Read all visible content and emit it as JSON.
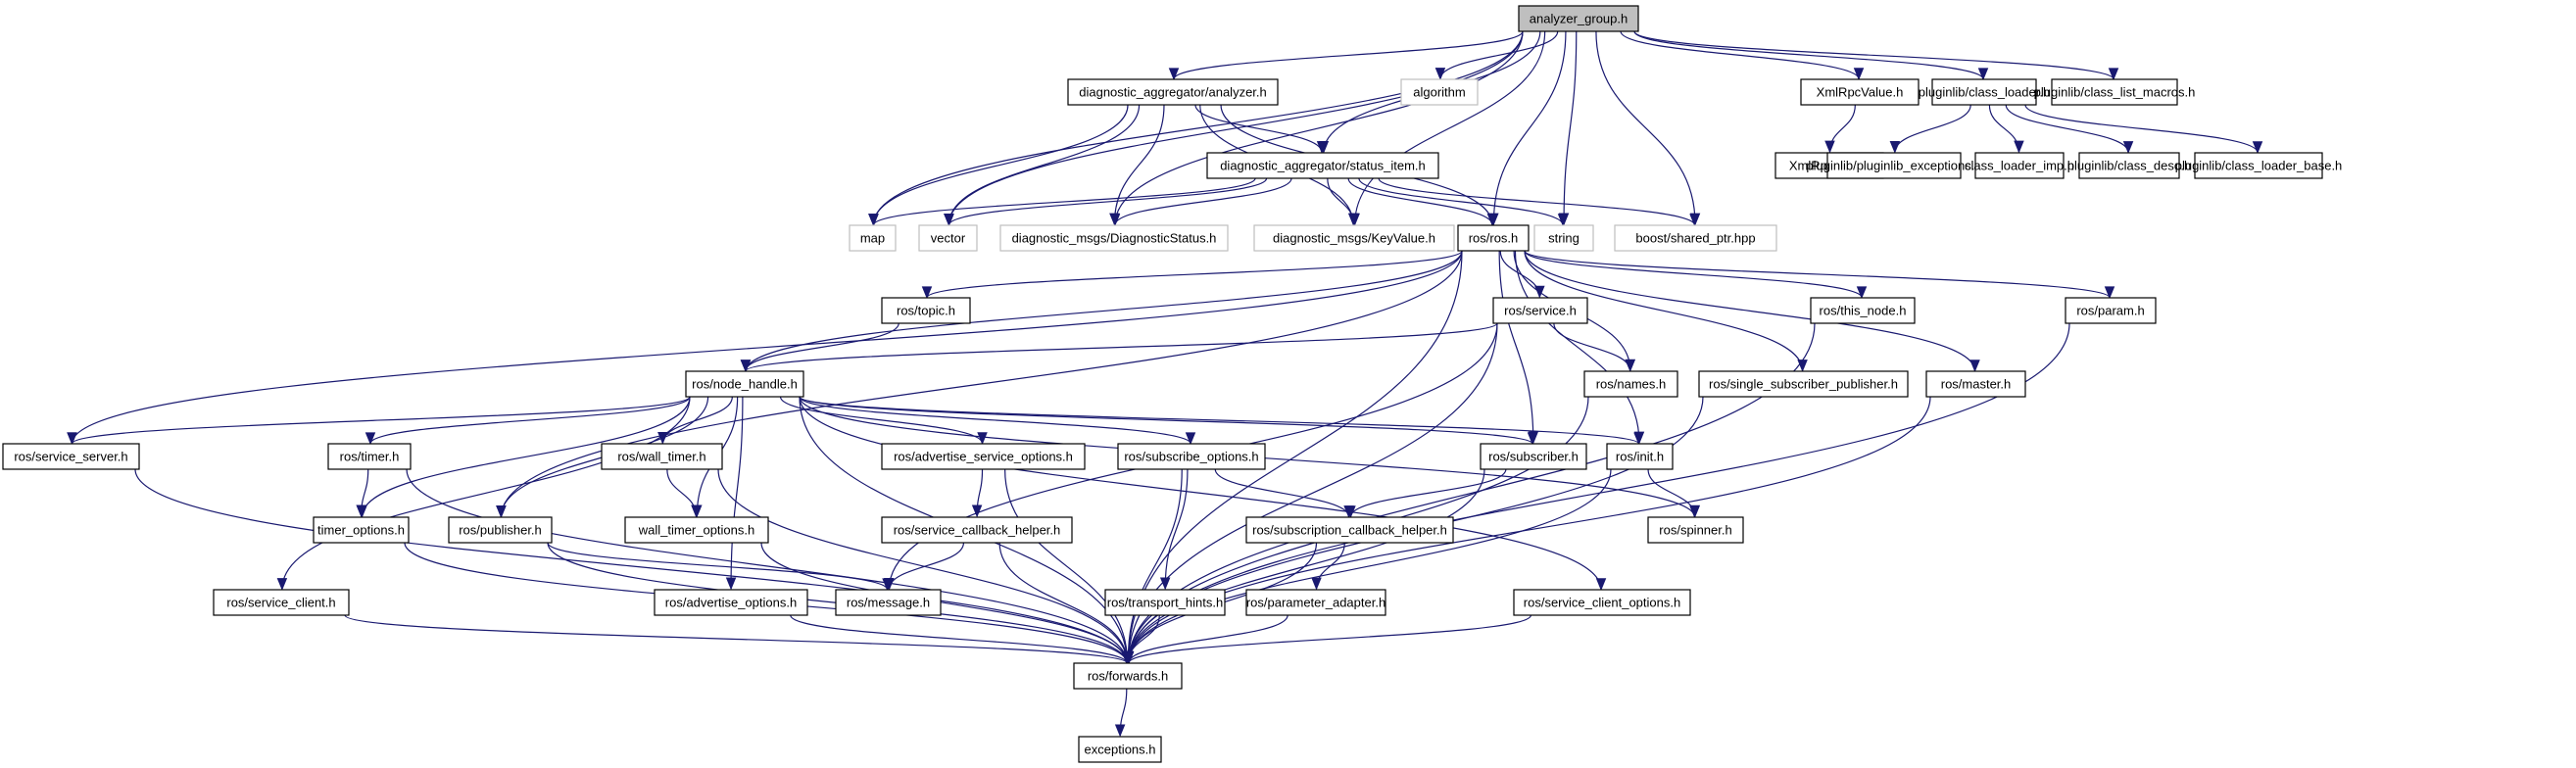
{
  "title": "analyzer_group.h",
  "colors": {
    "edge": "#191970",
    "root_fill": "#bfbfbf",
    "node_border": "#000000",
    "external_border": "#bfbfbf"
  },
  "nodes": [
    {
      "id": "analyzer_group",
      "label": "analyzer_group.h",
      "kind": "root"
    },
    {
      "id": "analyzer",
      "label": "diagnostic_aggregator/analyzer.h",
      "kind": "normal"
    },
    {
      "id": "algorithm",
      "label": "algorithm",
      "kind": "external"
    },
    {
      "id": "xmlrpcvalue",
      "label": "XmlRpcValue.h",
      "kind": "normal"
    },
    {
      "id": "class_loader",
      "label": "pluginlib/class_loader.h",
      "kind": "normal"
    },
    {
      "id": "class_list_macros",
      "label": "pluginlib/class_list_macros.h",
      "kind": "normal"
    },
    {
      "id": "status_item",
      "label": "diagnostic_aggregator/status_item.h",
      "kind": "normal"
    },
    {
      "id": "xmlrpcdecl",
      "label": "XmlRpcDecl.h",
      "kind": "normal"
    },
    {
      "id": "pluginlib_exceptions",
      "label": "pluginlib/pluginlib_exceptions.h",
      "kind": "normal"
    },
    {
      "id": "class_loader_imp",
      "label": "class_loader_imp.h",
      "kind": "normal"
    },
    {
      "id": "class_desc",
      "label": "pluginlib/class_desc.h",
      "kind": "normal"
    },
    {
      "id": "class_loader_base",
      "label": "pluginlib/class_loader_base.h",
      "kind": "normal"
    },
    {
      "id": "map",
      "label": "map",
      "kind": "external"
    },
    {
      "id": "vector",
      "label": "vector",
      "kind": "external"
    },
    {
      "id": "diag_status",
      "label": "diagnostic_msgs/DiagnosticStatus.h",
      "kind": "external"
    },
    {
      "id": "keyvalue",
      "label": "diagnostic_msgs/KeyValue.h",
      "kind": "external"
    },
    {
      "id": "ros",
      "label": "ros/ros.h",
      "kind": "normal"
    },
    {
      "id": "string",
      "label": "string",
      "kind": "external"
    },
    {
      "id": "shared_ptr",
      "label": "boost/shared_ptr.hpp",
      "kind": "external"
    },
    {
      "id": "topic",
      "label": "ros/topic.h",
      "kind": "normal"
    },
    {
      "id": "service",
      "label": "ros/service.h",
      "kind": "normal"
    },
    {
      "id": "this_node",
      "label": "ros/this_node.h",
      "kind": "normal"
    },
    {
      "id": "param",
      "label": "ros/param.h",
      "kind": "normal"
    },
    {
      "id": "node_handle",
      "label": "ros/node_handle.h",
      "kind": "normal"
    },
    {
      "id": "names",
      "label": "ros/names.h",
      "kind": "normal"
    },
    {
      "id": "single_sub_pub",
      "label": "ros/single_subscriber_publisher.h",
      "kind": "normal"
    },
    {
      "id": "master",
      "label": "ros/master.h",
      "kind": "normal"
    },
    {
      "id": "service_server",
      "label": "ros/service_server.h",
      "kind": "normal"
    },
    {
      "id": "timer",
      "label": "ros/timer.h",
      "kind": "normal"
    },
    {
      "id": "wall_timer",
      "label": "ros/wall_timer.h",
      "kind": "normal"
    },
    {
      "id": "adv_srv_opts",
      "label": "ros/advertise_service_options.h",
      "kind": "normal"
    },
    {
      "id": "sub_opts",
      "label": "ros/subscribe_options.h",
      "kind": "normal"
    },
    {
      "id": "subscriber",
      "label": "ros/subscriber.h",
      "kind": "normal"
    },
    {
      "id": "init",
      "label": "ros/init.h",
      "kind": "normal"
    },
    {
      "id": "timer_options",
      "label": "timer_options.h",
      "kind": "normal"
    },
    {
      "id": "publisher",
      "label": "ros/publisher.h",
      "kind": "normal"
    },
    {
      "id": "wall_timer_options",
      "label": "wall_timer_options.h",
      "kind": "normal"
    },
    {
      "id": "srv_cb_helper",
      "label": "ros/service_callback_helper.h",
      "kind": "normal"
    },
    {
      "id": "sub_cb_helper",
      "label": "ros/subscription_callback_helper.h",
      "kind": "normal"
    },
    {
      "id": "spinner",
      "label": "ros/spinner.h",
      "kind": "normal"
    },
    {
      "id": "service_client",
      "label": "ros/service_client.h",
      "kind": "normal"
    },
    {
      "id": "adv_opts",
      "label": "ros/advertise_options.h",
      "kind": "normal"
    },
    {
      "id": "message",
      "label": "ros/message.h",
      "kind": "normal"
    },
    {
      "id": "transport_hints",
      "label": "ros/transport_hints.h",
      "kind": "normal"
    },
    {
      "id": "parameter_adapter",
      "label": "ros/parameter_adapter.h",
      "kind": "normal"
    },
    {
      "id": "srv_client_opts",
      "label": "ros/service_client_options.h",
      "kind": "normal"
    },
    {
      "id": "forwards",
      "label": "ros/forwards.h",
      "kind": "normal"
    },
    {
      "id": "exceptions",
      "label": "exceptions.h",
      "kind": "normal"
    }
  ],
  "edges": [
    [
      "analyzer_group",
      "analyzer"
    ],
    [
      "analyzer_group",
      "algorithm"
    ],
    [
      "analyzer_group",
      "xmlrpcvalue"
    ],
    [
      "analyzer_group",
      "class_loader"
    ],
    [
      "analyzer_group",
      "class_list_macros"
    ],
    [
      "analyzer_group",
      "status_item"
    ],
    [
      "analyzer_group",
      "map"
    ],
    [
      "analyzer_group",
      "vector"
    ],
    [
      "analyzer_group",
      "diag_status"
    ],
    [
      "analyzer_group",
      "keyvalue"
    ],
    [
      "analyzer_group",
      "ros"
    ],
    [
      "analyzer_group",
      "string"
    ],
    [
      "analyzer_group",
      "shared_ptr"
    ],
    [
      "analyzer",
      "status_item"
    ],
    [
      "analyzer",
      "map"
    ],
    [
      "analyzer",
      "vector"
    ],
    [
      "analyzer",
      "diag_status"
    ],
    [
      "analyzer",
      "keyvalue"
    ],
    [
      "analyzer",
      "ros"
    ],
    [
      "xmlrpcvalue",
      "xmlrpcdecl"
    ],
    [
      "class_loader",
      "pluginlib_exceptions"
    ],
    [
      "class_loader",
      "class_loader_imp"
    ],
    [
      "class_loader",
      "class_desc"
    ],
    [
      "class_loader",
      "class_loader_base"
    ],
    [
      "status_item",
      "map"
    ],
    [
      "status_item",
      "vector"
    ],
    [
      "status_item",
      "diag_status"
    ],
    [
      "status_item",
      "keyvalue"
    ],
    [
      "status_item",
      "ros"
    ],
    [
      "status_item",
      "string"
    ],
    [
      "status_item",
      "shared_ptr"
    ],
    [
      "ros",
      "topic"
    ],
    [
      "ros",
      "service"
    ],
    [
      "ros",
      "this_node"
    ],
    [
      "ros",
      "param"
    ],
    [
      "ros",
      "node_handle"
    ],
    [
      "ros",
      "names"
    ],
    [
      "ros",
      "single_sub_pub"
    ],
    [
      "ros",
      "master"
    ],
    [
      "ros",
      "service_server"
    ],
    [
      "ros",
      "publisher"
    ],
    [
      "ros",
      "subscriber"
    ],
    [
      "ros",
      "init"
    ],
    [
      "ros",
      "forwards"
    ],
    [
      "topic",
      "node_handle"
    ],
    [
      "service",
      "node_handle"
    ],
    [
      "service",
      "names"
    ],
    [
      "service",
      "message"
    ],
    [
      "service",
      "forwards"
    ],
    [
      "this_node",
      "forwards"
    ],
    [
      "param",
      "forwards"
    ],
    [
      "names",
      "forwards"
    ],
    [
      "single_sub_pub",
      "forwards"
    ],
    [
      "master",
      "forwards"
    ],
    [
      "node_handle",
      "service_server"
    ],
    [
      "node_handle",
      "timer"
    ],
    [
      "node_handle",
      "wall_timer"
    ],
    [
      "node_handle",
      "adv_srv_opts"
    ],
    [
      "node_handle",
      "sub_opts"
    ],
    [
      "node_handle",
      "subscriber"
    ],
    [
      "node_handle",
      "init"
    ],
    [
      "node_handle",
      "timer_options"
    ],
    [
      "node_handle",
      "publisher"
    ],
    [
      "node_handle",
      "wall_timer_options"
    ],
    [
      "node_handle",
      "service_client"
    ],
    [
      "node_handle",
      "adv_opts"
    ],
    [
      "node_handle",
      "srv_client_opts"
    ],
    [
      "node_handle",
      "spinner"
    ],
    [
      "node_handle",
      "forwards"
    ],
    [
      "service_server",
      "forwards"
    ],
    [
      "timer",
      "timer_options"
    ],
    [
      "timer",
      "forwards"
    ],
    [
      "wall_timer",
      "wall_timer_options"
    ],
    [
      "wall_timer",
      "forwards"
    ],
    [
      "adv_srv_opts",
      "srv_cb_helper"
    ],
    [
      "adv_srv_opts",
      "forwards"
    ],
    [
      "sub_opts",
      "sub_cb_helper"
    ],
    [
      "sub_opts",
      "transport_hints"
    ],
    [
      "sub_opts",
      "forwards"
    ],
    [
      "subscriber",
      "sub_cb_helper"
    ],
    [
      "subscriber",
      "forwards"
    ],
    [
      "init",
      "spinner"
    ],
    [
      "init",
      "forwards"
    ],
    [
      "timer_options",
      "forwards"
    ],
    [
      "publisher",
      "message"
    ],
    [
      "publisher",
      "forwards"
    ],
    [
      "wall_timer_options",
      "forwards"
    ],
    [
      "srv_cb_helper",
      "message"
    ],
    [
      "srv_cb_helper",
      "forwards"
    ],
    [
      "sub_cb_helper",
      "parameter_adapter"
    ],
    [
      "sub_cb_helper",
      "forwards"
    ],
    [
      "service_client",
      "forwards"
    ],
    [
      "adv_opts",
      "forwards"
    ],
    [
      "transport_hints",
      "forwards"
    ],
    [
      "parameter_adapter",
      "forwards"
    ],
    [
      "srv_client_opts",
      "forwards"
    ],
    [
      "forwards",
      "exceptions"
    ]
  ]
}
